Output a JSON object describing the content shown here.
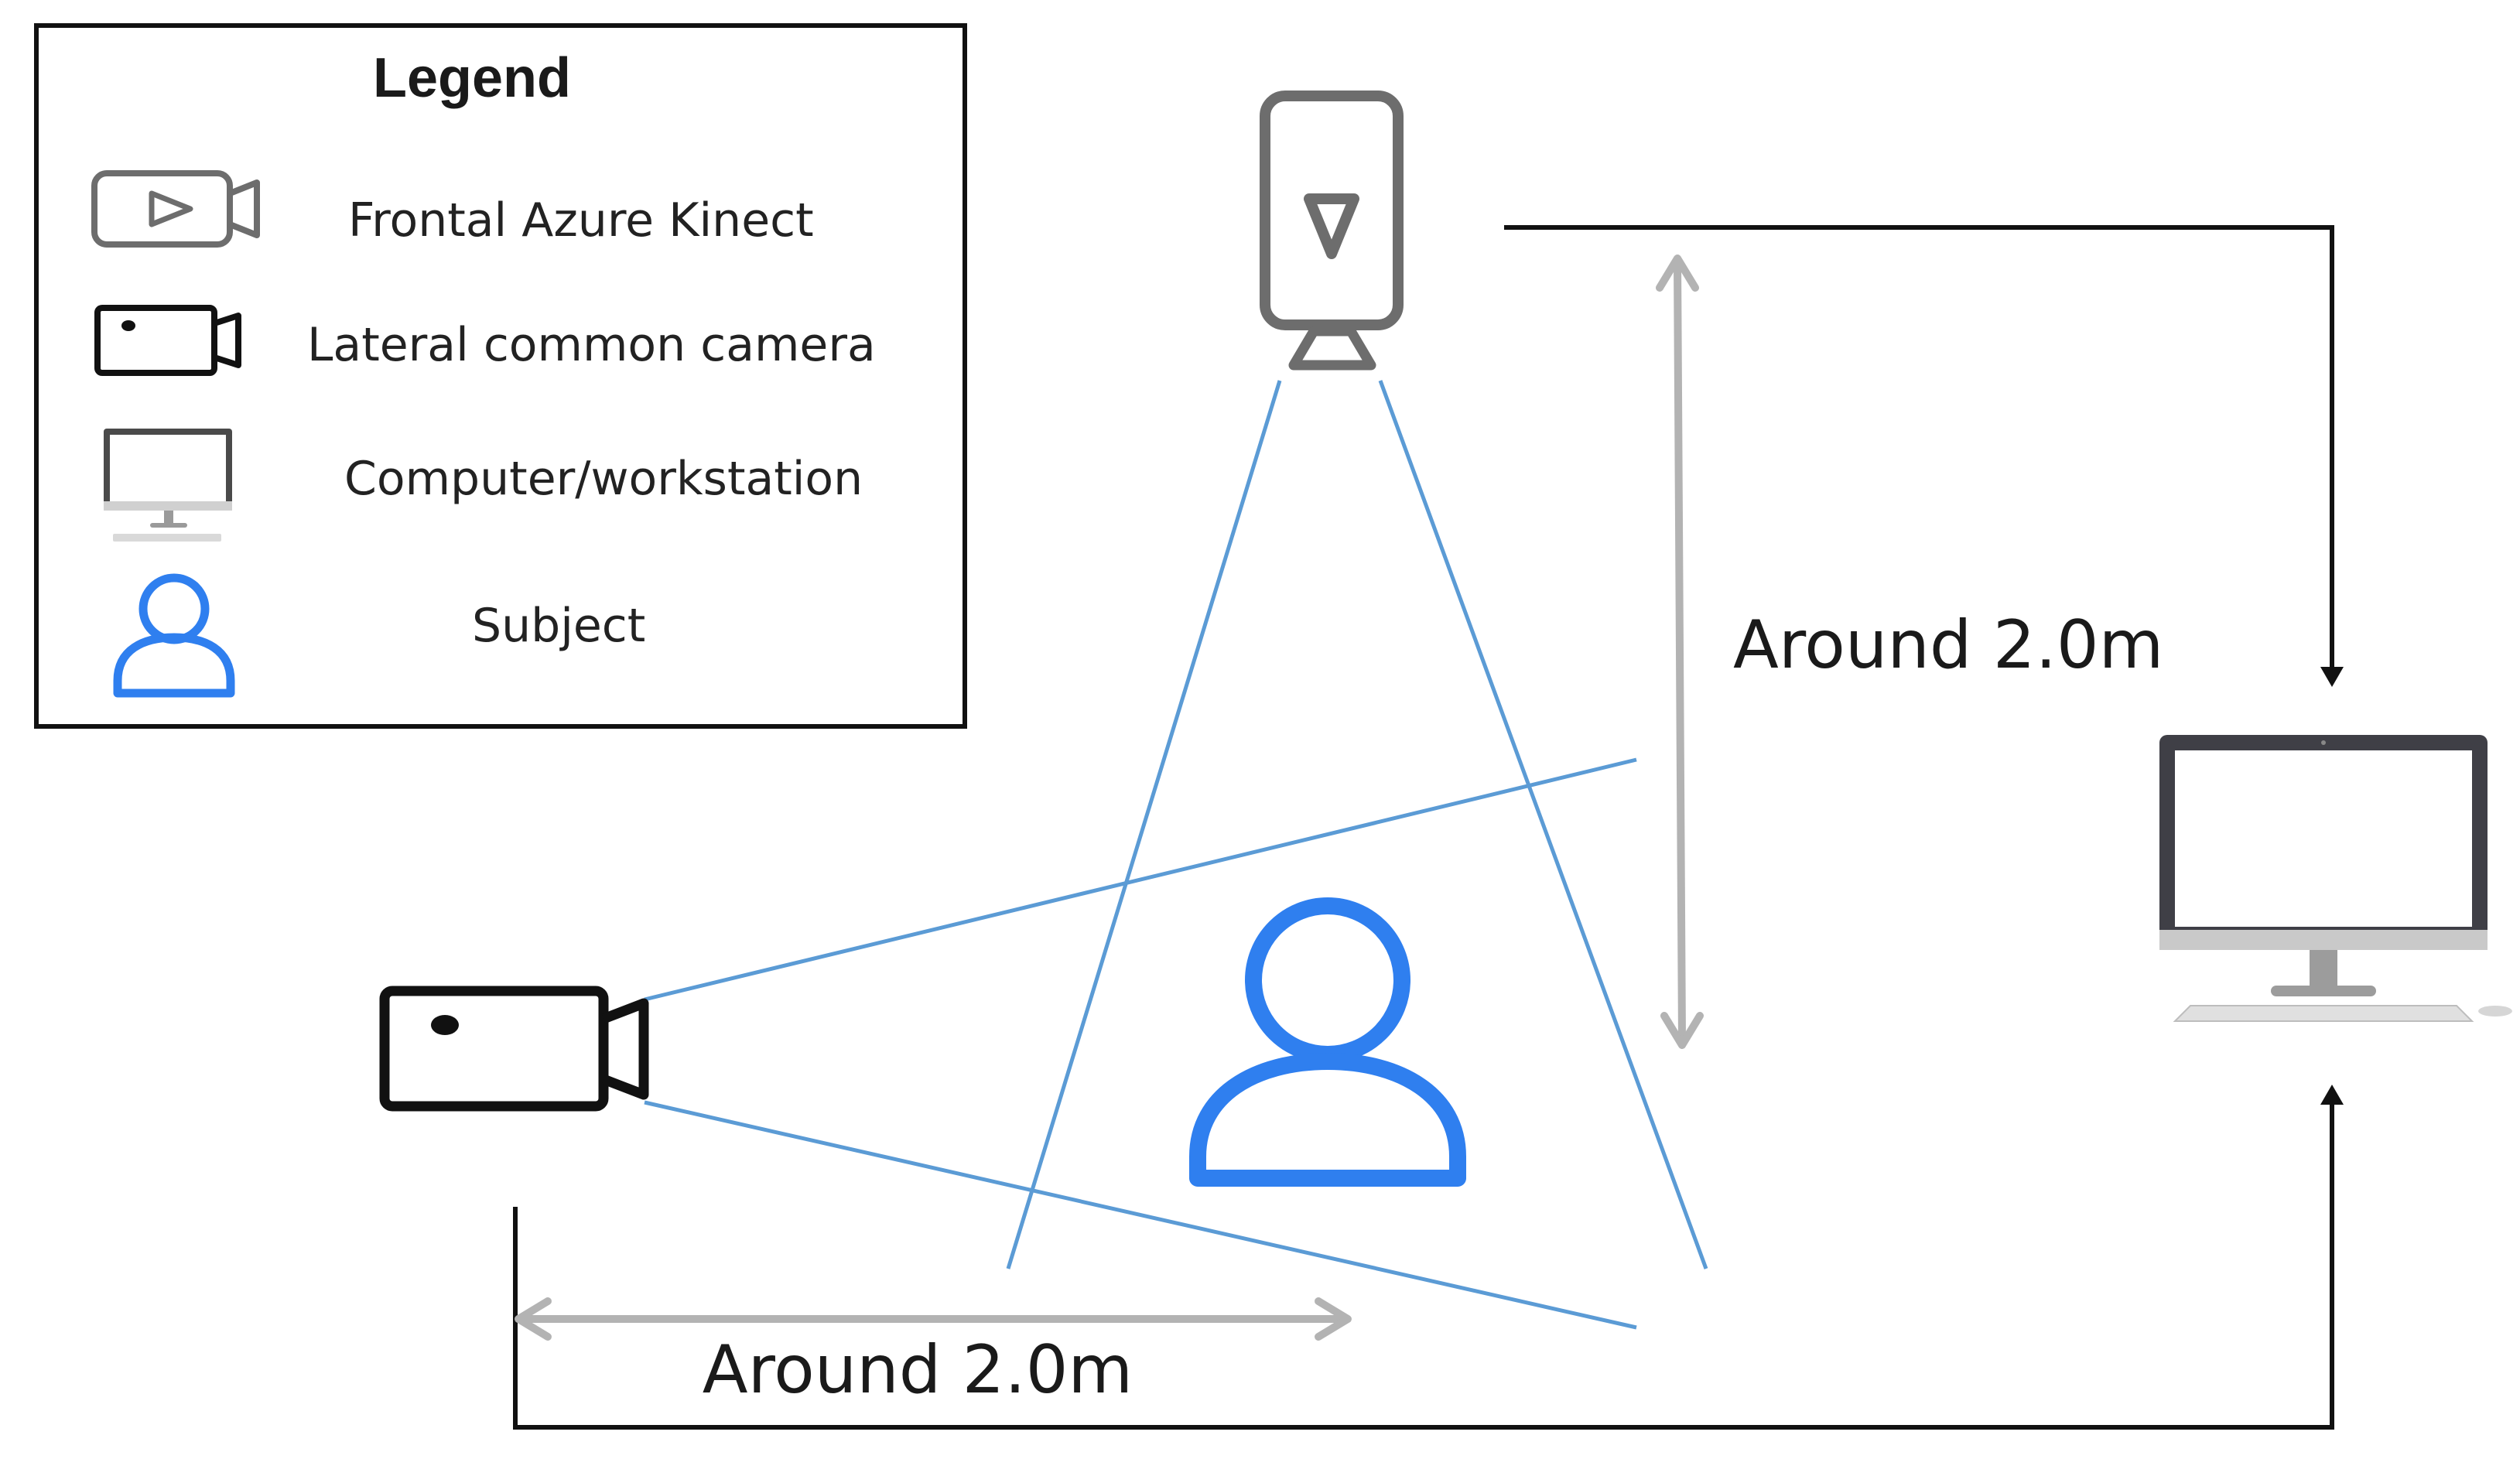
{
  "legend": {
    "title": "Legend",
    "items": [
      {
        "label": "Frontal Azure Kinect",
        "icon": "azure-kinect-icon"
      },
      {
        "label": "Lateral common camera",
        "icon": "lateral-camera-icon"
      },
      {
        "label": "Computer/workstation",
        "icon": "computer-icon"
      },
      {
        "label": "Subject",
        "icon": "subject-icon"
      }
    ]
  },
  "dimensions": {
    "vertical": "Around 2.0m",
    "horizontal": "Around 2.0m"
  },
  "colors": {
    "field_of_view": "#5b9bd5",
    "subject": "#2f7fef",
    "dimension_arrow": "#b3b3b3",
    "kinect": "#6d6d6d",
    "camera": "#111111",
    "connection": "#111111"
  }
}
